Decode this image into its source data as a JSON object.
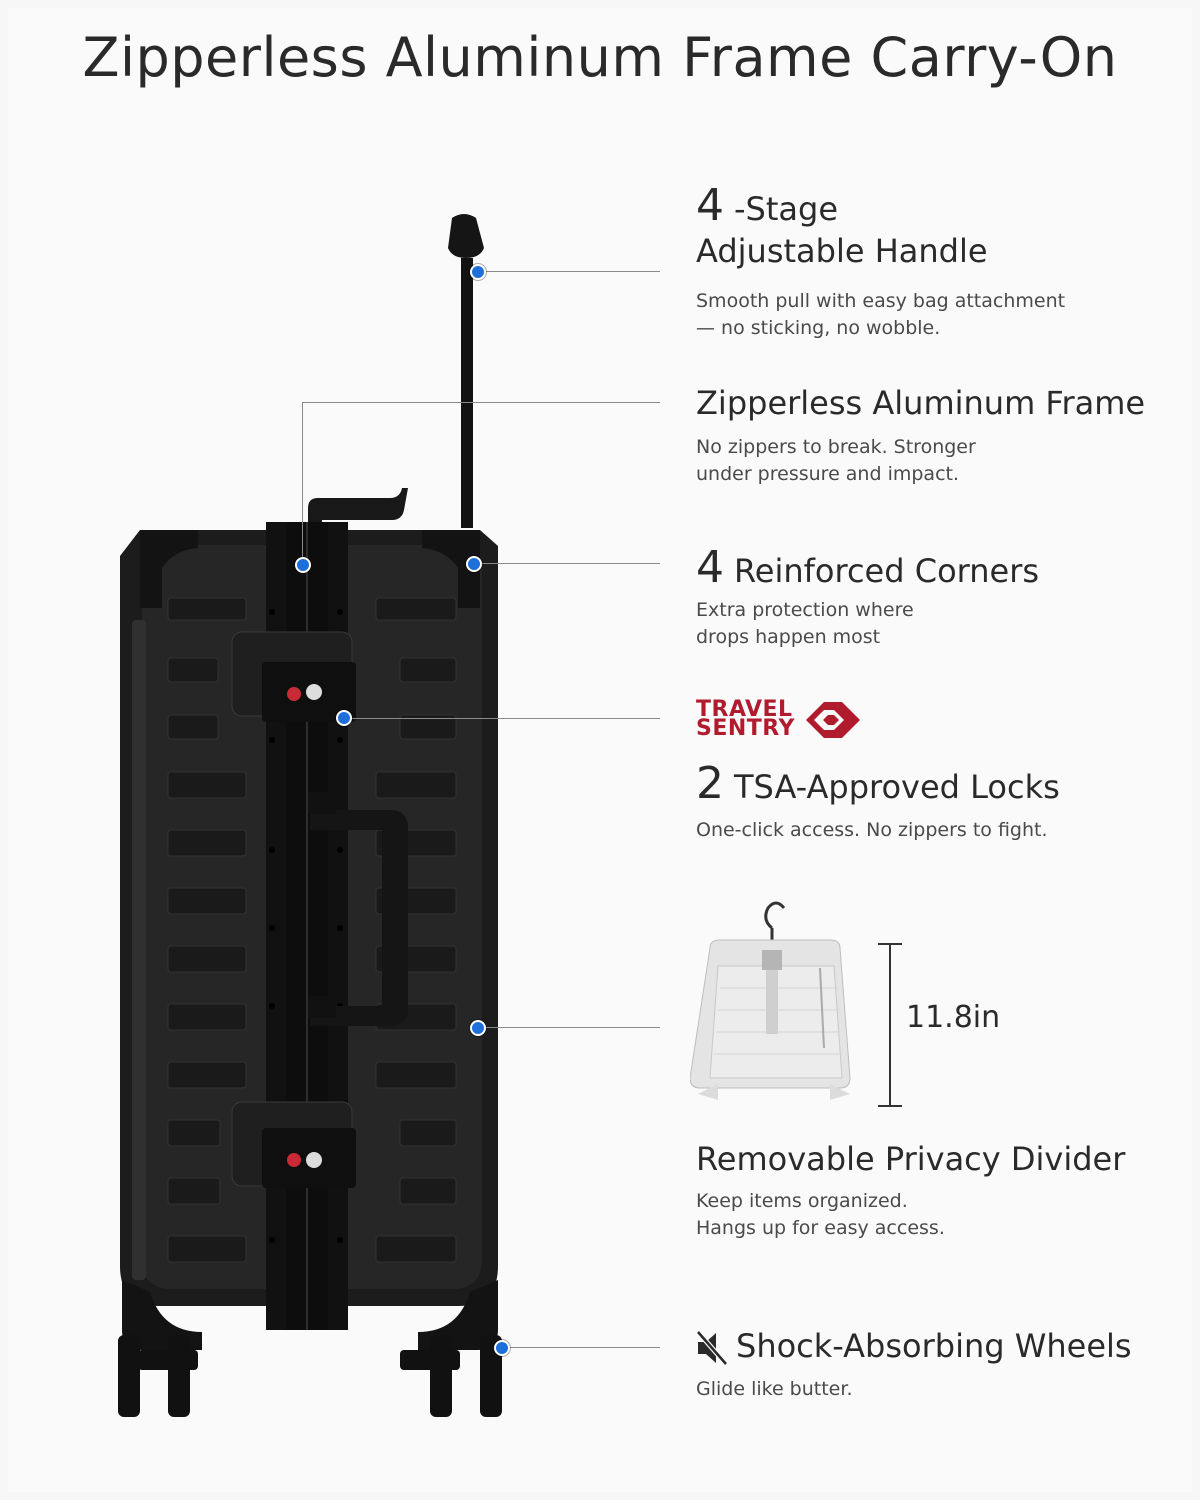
{
  "title": "Zipperless Aluminum Frame Carry-On",
  "features": {
    "handle": {
      "number": "4",
      "title_line1": "-Stage",
      "title_line2": "Adjustable Handle",
      "desc_line1": "Smooth pull with easy bag attachment",
      "desc_line2": "— no sticking, no wobble."
    },
    "frame": {
      "title": "Zipperless Aluminum Frame",
      "desc_line1": "No zippers to break. Stronger",
      "desc_line2": "under pressure and impact."
    },
    "corners": {
      "number": "4",
      "title": "Reinforced Corners",
      "desc_line1": "Extra protection where",
      "desc_line2": "drops happen most"
    },
    "locks": {
      "logo_line1": "TRAVEL",
      "logo_line2": "SENTRY",
      "number": "2",
      "title": "TSA-Approved Locks",
      "desc": "One-click access. No zippers to fight."
    },
    "divider": {
      "dimension": "11.8in",
      "title": "Removable Privacy Divider",
      "desc_line1": "Keep items organized.",
      "desc_line2": "Hangs up for easy access."
    },
    "wheels": {
      "icon": "mute-speaker-icon",
      "title": "Shock-Absorbing Wheels",
      "desc": "Glide like butter."
    }
  },
  "colors": {
    "accent_dot": "#1e6fd9",
    "travel_sentry_red": "#b01c2e",
    "suitcase": "#1c1c1c"
  }
}
